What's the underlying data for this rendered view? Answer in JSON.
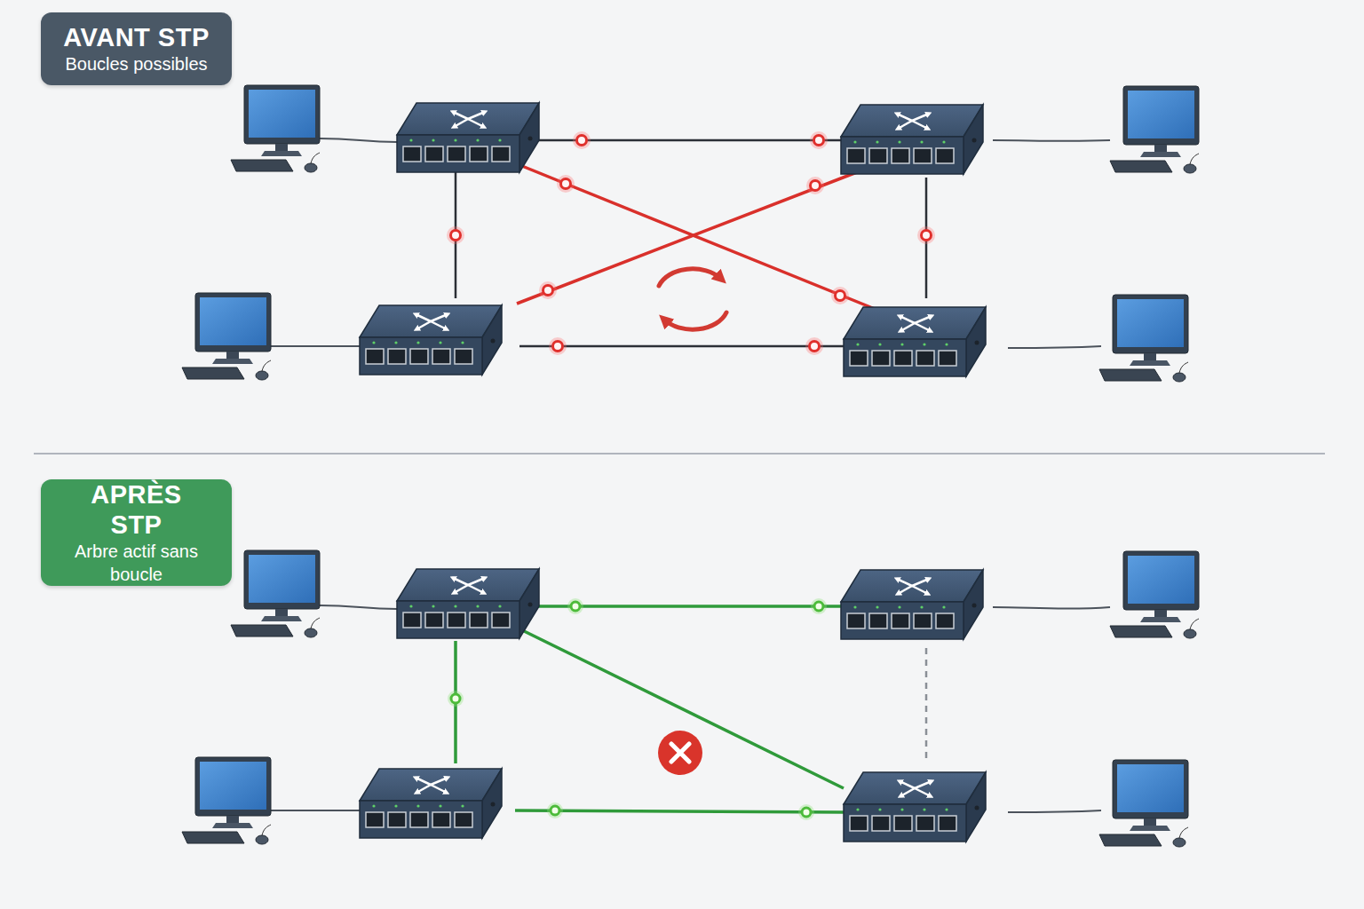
{
  "diagram": {
    "nodes": [
      {
        "text": [
          "AVANT STP",
          "Boucles possibles"
        ]
      },
      {
        "text": [
          "APRÈS STP",
          "Arbre actif sans boucle"
        ]
      }
    ]
  }
}
